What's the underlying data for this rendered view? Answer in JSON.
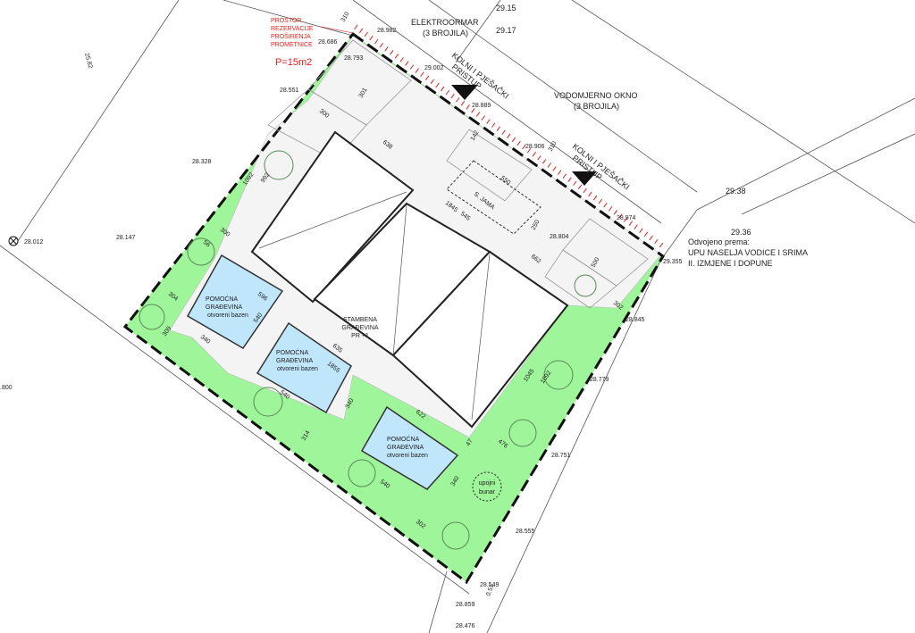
{
  "colors": {
    "green": "#9ff59a",
    "pool": "#bfe6fb",
    "red": "#e0201c",
    "line": "#222222"
  },
  "labels": {
    "reserve": [
      "PROSTOR",
      "REZERVACIJE",
      "PROŠIRENJA",
      "PROMETNICE"
    ],
    "area": "P=15m2",
    "elektroormar": [
      "ELEKTROORMAR",
      "(3 BROJILA)"
    ],
    "vodomjerno": [
      "VODOMJERNO OKNO",
      "(3 BROJILA)"
    ],
    "access1": [
      "KOLNI I PJEŠAČKI",
      "PRISTUP"
    ],
    "access2": [
      "KOLNI I PJEŠAČKI",
      "PRISTUP"
    ],
    "note": [
      "Odvojeno prema:",
      "UPU NASELJA VODICE I SRIMA",
      "II. IZMJENE I DOPUNE"
    ],
    "house": [
      "STAMBENA",
      "GRAĐEVINA",
      "PR +1"
    ],
    "pool": [
      "POMOĆNA",
      "GRAĐEVINA",
      "otvoreni bazen"
    ],
    "septic": "S. JAMA",
    "well": [
      "upojni",
      "bunar"
    ]
  },
  "elevations": [
    "29.15",
    "29.17",
    "28.982",
    "28.686",
    "28.793",
    "29.002",
    "28.551",
    "28.889",
    "28.906",
    "28.328",
    "28.012",
    "28.147",
    "28.974",
    "28.804",
    "29.38",
    "29.36",
    "29.355",
    "28.845",
    "28.779",
    "28.751",
    "28.555",
    "28.549",
    "28.859",
    "28.476",
    "25.82",
    ".800"
  ],
  "dimensions": [
    "310",
    "301",
    "300",
    "638",
    "142",
    "550",
    "1845",
    "545",
    "250",
    "1092",
    "992",
    "300",
    "56",
    "304",
    "596",
    "540",
    "340",
    "309",
    "635",
    "1855",
    "340",
    "540",
    "314",
    "622",
    "47",
    "476",
    "1045",
    "1092",
    "662",
    "310",
    "302",
    "500",
    "540",
    "340",
    "302",
    "0.51"
  ]
}
